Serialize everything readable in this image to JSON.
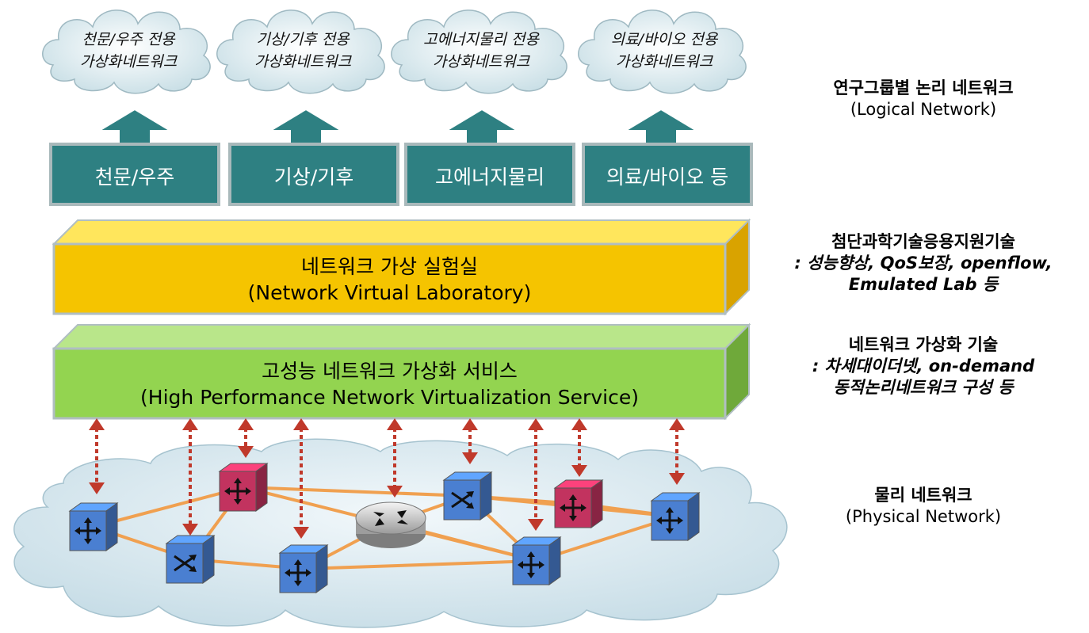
{
  "logical_clouds": [
    {
      "line1": "천문/우주 전용",
      "line2": "가상화네트워크"
    },
    {
      "line1": "기상/기후 전용",
      "line2": "가상화네트워크"
    },
    {
      "line1": "고에너지물리 전용",
      "line2": "가상화네트워크"
    },
    {
      "line1": "의료/바이오 전용",
      "line2": "가상화네트워크"
    }
  ],
  "research_groups": [
    "천문/우주",
    "기상/기후",
    "고에너지물리",
    "의료/바이오 등"
  ],
  "virtual_lab": {
    "title": "네트워크 가상 실험실",
    "subtitle": "(Network Virtual Laboratory)"
  },
  "virtualization_service": {
    "title": "고성능 네트워크 가상화 서비스",
    "subtitle": "(High Performance Network Virtualization Service)"
  },
  "side_labels": {
    "logical": {
      "title": "연구그룹별 논리 네트워크",
      "subtitle": "(Logical Network)"
    },
    "advanced": {
      "title": "첨단과학기술응용지원기술",
      "line2": ": 성능향상, QoS보장, openflow,",
      "line3": "Emulated Lab 등"
    },
    "virtualization": {
      "title": "네트워크 가상화 기술",
      "line2": ": 차세대이더넷, on-demand",
      "line3": "동적논리네트워크 구성  등"
    },
    "physical": {
      "title": "물리 네트워크",
      "subtitle": "(Physical Network)"
    }
  },
  "physical_network": {
    "devices": [
      {
        "name": "blue-switch-1",
        "kind": "switch-multilayer",
        "color": "#4a7fd1"
      },
      {
        "name": "blue-switch-2",
        "kind": "switch-cross",
        "color": "#4a7fd1"
      },
      {
        "name": "red-switch-1",
        "kind": "switch-multilayer",
        "color": "#c2335f"
      },
      {
        "name": "blue-switch-3",
        "kind": "switch-multilayer",
        "color": "#4a7fd1"
      },
      {
        "name": "router",
        "kind": "router",
        "color": "#c8c8c8"
      },
      {
        "name": "blue-switch-4",
        "kind": "switch-cross",
        "color": "#4a7fd1"
      },
      {
        "name": "blue-switch-5",
        "kind": "switch-multilayer",
        "color": "#4a7fd1"
      },
      {
        "name": "red-switch-2",
        "kind": "switch-multilayer",
        "color": "#c2335f"
      },
      {
        "name": "blue-switch-6",
        "kind": "switch-multilayer",
        "color": "#4a7fd1"
      }
    ]
  },
  "colors": {
    "teal": "#2e8082",
    "lab_face": "#f5c400",
    "service_face": "#93d450",
    "link": "#f0a050",
    "arrow": "#c0392b"
  }
}
